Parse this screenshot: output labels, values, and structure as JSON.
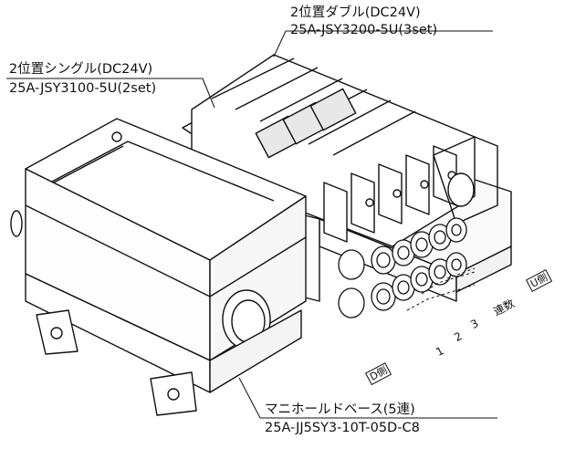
{
  "callouts": {
    "double": {
      "title": "2位置ダブル(DC24V)",
      "part": "25A-JSY3200-5U(3set)"
    },
    "single": {
      "title": "2位置シングル(DC24V)",
      "part": "25A-JSY3100-5U(2set)"
    },
    "manifold": {
      "title": "マニホールドベース(5連)",
      "part": "25A-JJ5SY3-10T-05D-C8"
    }
  },
  "station_labels": {
    "one": "1",
    "two": "2",
    "three": "3",
    "direction": "連数"
  },
  "side_labels": {
    "u_side": "U側",
    "d_side": "D側"
  }
}
